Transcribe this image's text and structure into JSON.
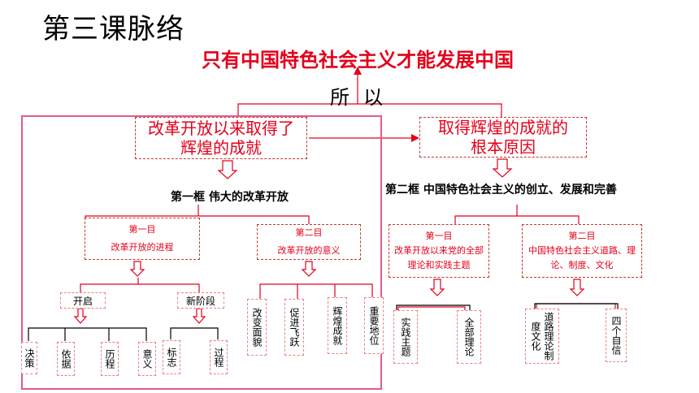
{
  "page_title": "第三课脉络",
  "conclusion": "只有中国特色社会主义才能发展中国",
  "connector": [
    "所",
    "以"
  ],
  "left_cause": "改革开放以来取得了辉煌的成就",
  "right_cause": "取得辉煌的成就的根本原因",
  "frame1": {
    "title": "第一框 伟大的改革开放",
    "section1": {
      "heading": "第一目",
      "title": "改革开放的进程"
    },
    "section2": {
      "heading": "第二目",
      "title": "改革开放的意义"
    },
    "kaiqi": "开启",
    "xinjieduan": "新阶段",
    "kaiqi_items": [
      "决策",
      "依据",
      "历程",
      "意义"
    ],
    "xinjieduan_items": [
      "标志",
      "过程"
    ],
    "meaning_items": [
      "改变面貌",
      "促进飞跃",
      "辉煌成就",
      "重要地位"
    ]
  },
  "frame2": {
    "title": "第二框 中国特色社会主义的创立、发展和完善",
    "section1": {
      "heading": "第一目",
      "title": "改革开放以来党的全部理论和实践主题"
    },
    "section2": {
      "heading": "第二目",
      "title": "中国特色社会主义道路、理论、制度、文化"
    },
    "items1": [
      "实践主题",
      "全部理论"
    ],
    "items2": [
      "道路理论制度文化",
      "四个自信"
    ]
  },
  "colors": {
    "accent": "#e3001b",
    "frame_border": "#e25a8e",
    "dash": "#ee8080"
  }
}
